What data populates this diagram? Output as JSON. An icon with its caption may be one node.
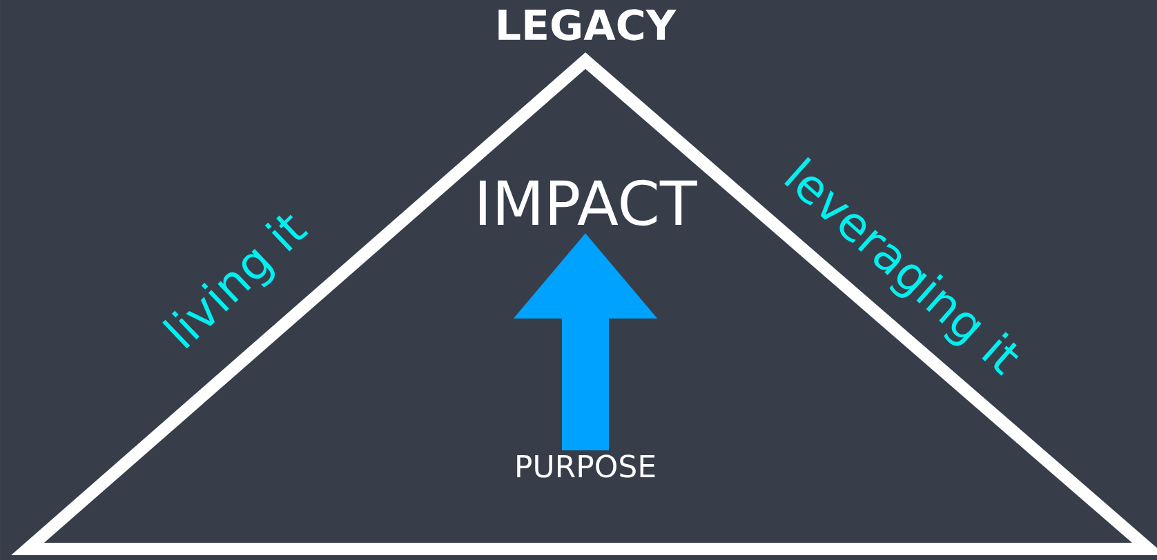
{
  "diagram": {
    "title": "LEGACY",
    "nodes": [
      {
        "text": [
          "PURPOSE"
        ]
      },
      {
        "text": [
          "IMPACT"
        ]
      }
    ],
    "edges": [
      {
        "from": 0,
        "to": 1,
        "arrow": "to",
        "color": "#00a2ff"
      }
    ],
    "labels": [
      "living it",
      "leveraging it"
    ]
  }
}
